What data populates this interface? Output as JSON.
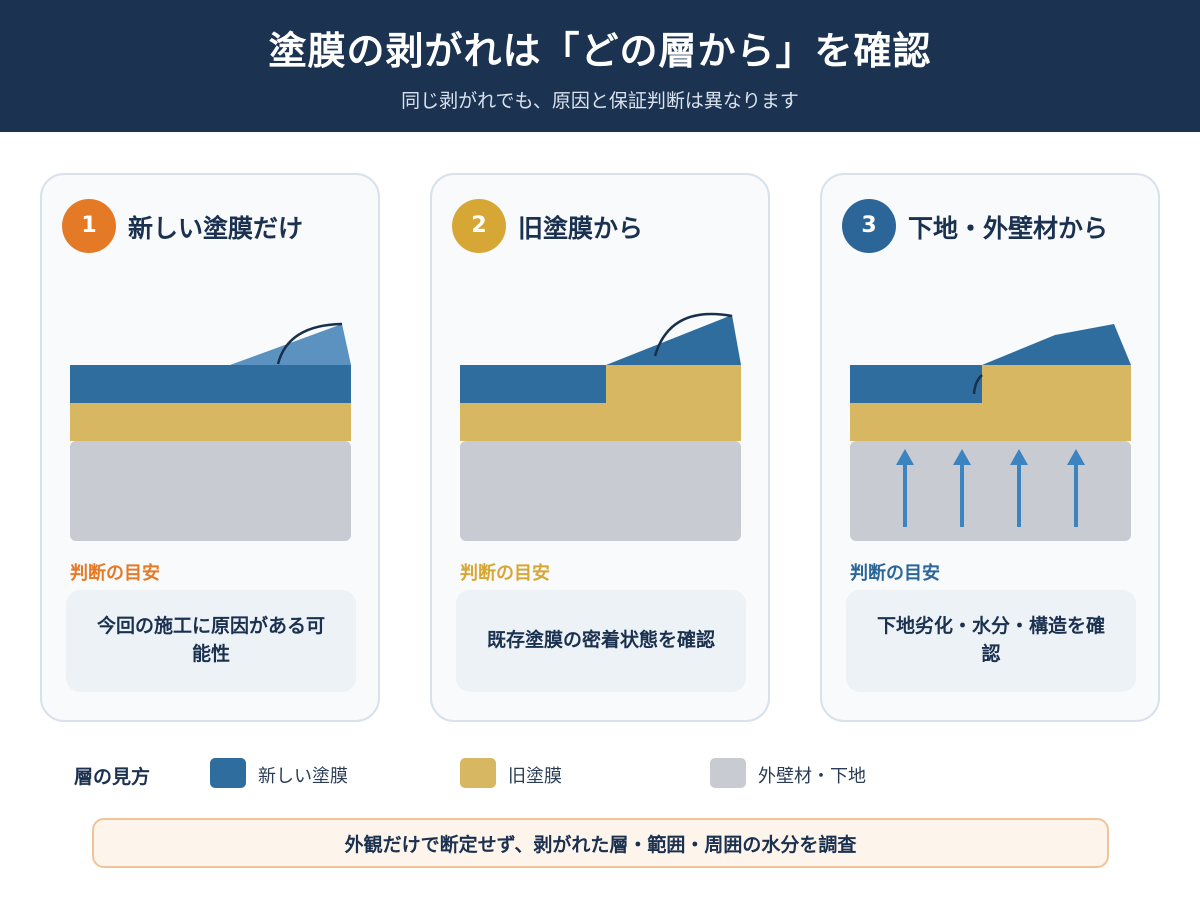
{
  "header": {
    "title": "塗膜の剥がれは「どの層から」を確認",
    "subtitle": "同じ剥がれでも、原因と保証判断は異なります"
  },
  "colors": {
    "new_coat": "#2f6d9f",
    "new_coat_light": "#5b92c0",
    "old_coat": "#d8b763",
    "substrate": "#c8ccd2",
    "accent_1": "#e47a26",
    "accent_2": "#d7a735",
    "accent_3": "#2c6699"
  },
  "cards": [
    {
      "number": "1",
      "title": "新しい塗膜だけ",
      "guide_label": "判断の目安",
      "guide_text": "今回の施工に原因がある可能性"
    },
    {
      "number": "2",
      "title": "旧塗膜から",
      "guide_label": "判断の目安",
      "guide_text": "既存塗膜の密着状態を確認"
    },
    {
      "number": "3",
      "title": "下地・外壁材から",
      "guide_label": "判断の目安",
      "guide_text": "下地劣化・水分・構造を確認"
    }
  ],
  "legend": {
    "title": "層の見方",
    "items": [
      {
        "label": "新しい塗膜",
        "color": "#2f6d9f"
      },
      {
        "label": "旧塗膜",
        "color": "#d8b763"
      },
      {
        "label": "外壁材・下地",
        "color": "#c8ccd2"
      }
    ]
  },
  "footer": {
    "text": "外観だけで断定せず、剥がれた層・範囲・周囲の水分を調査"
  }
}
